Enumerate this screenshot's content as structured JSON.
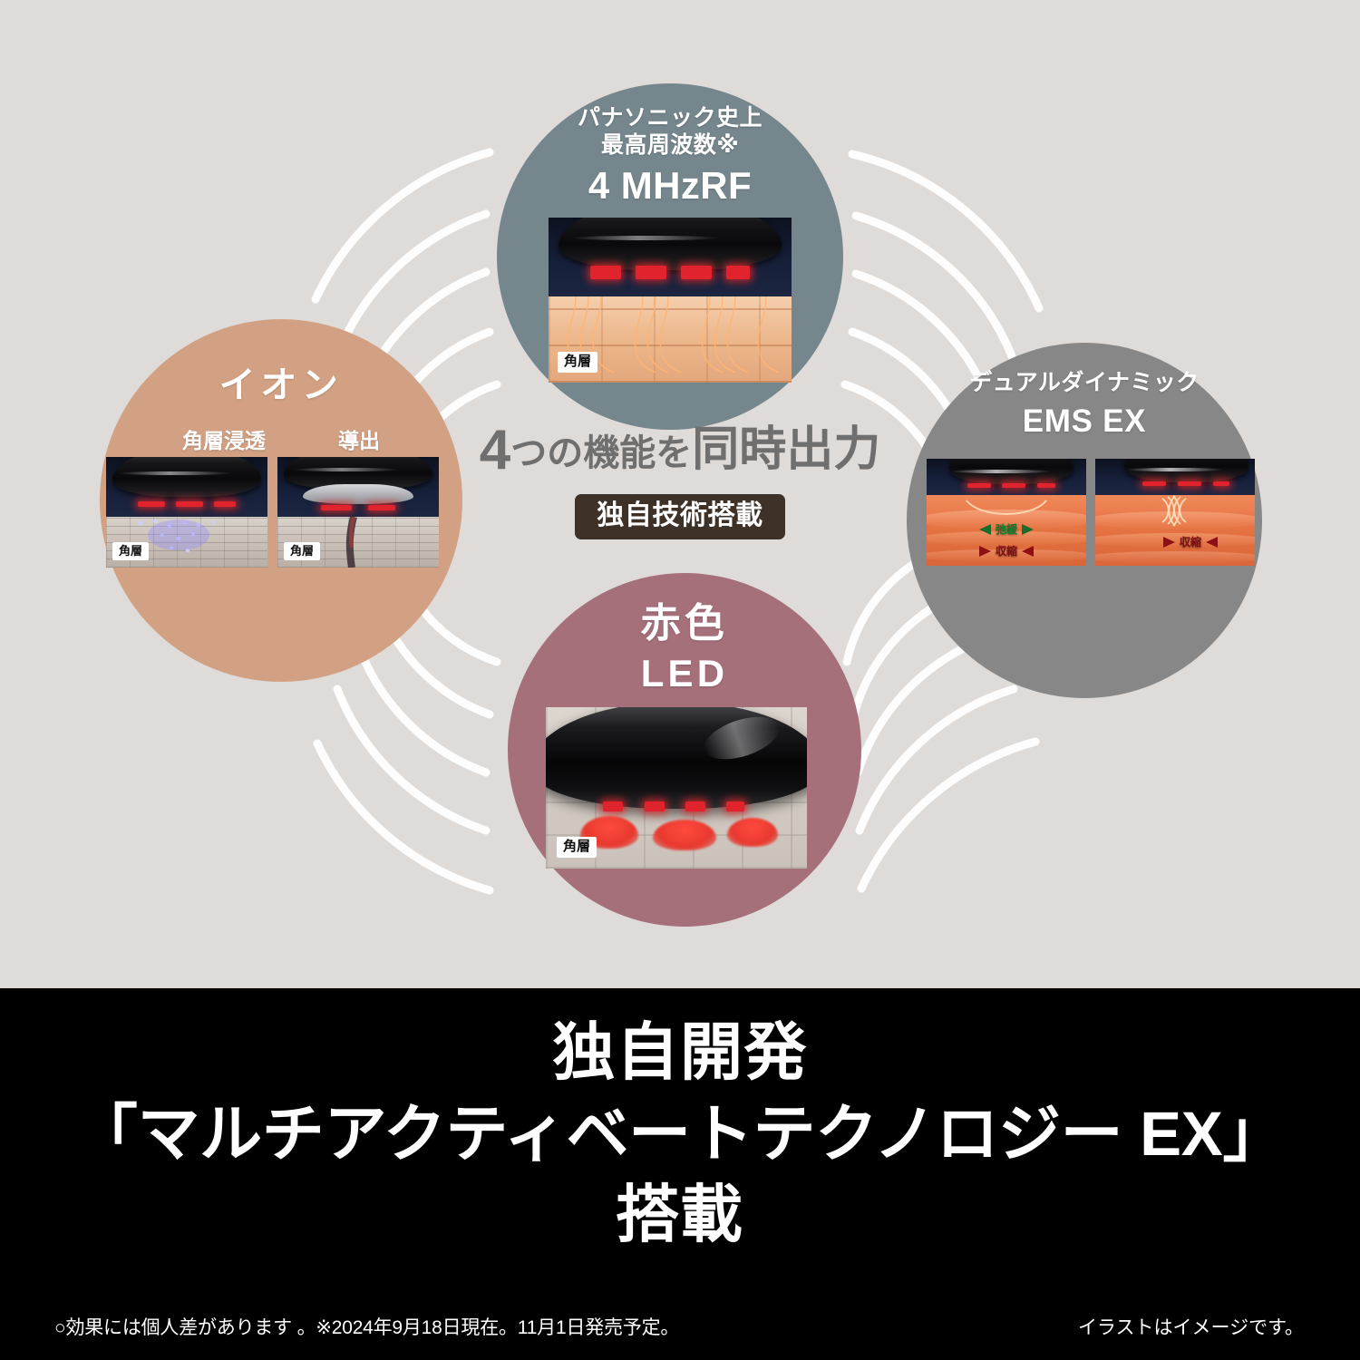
{
  "theme": {
    "background": "#dedbd8",
    "circle_rf": "#75868c",
    "circle_ion": "#d2a183",
    "circle_ems": "#878787",
    "circle_led": "#a5707a",
    "badge_bg": "#3d3128",
    "center_text": "#6f6f6f",
    "band_bg": "#000000"
  },
  "hero": {
    "circles": {
      "rf": {
        "title_line1": "パナソニック史上",
        "title_line2": "最高周波数※",
        "title_main": "4 MHzRF",
        "image_tag": "角層"
      },
      "ion": {
        "title_main": "イオン",
        "sub_labels": [
          "角層浸透",
          "導出"
        ],
        "image_tag_left": "角層",
        "image_tag_right": "角層"
      },
      "ems": {
        "title_line1": "デュアルダイナミック",
        "title_main": "EMS EX",
        "left_panel": {
          "label_relax": "弛緩",
          "label_contract": "収縮"
        },
        "right_panel": {
          "label_contract": "収縮"
        }
      },
      "led": {
        "title_line1": "赤色",
        "title_main": "LED",
        "image_tag": "角層"
      }
    },
    "center": {
      "number": "4",
      "text_small": "つの機能を",
      "text_big": "同時出力",
      "badge": "独自技術搭載"
    }
  },
  "footer": {
    "headline_line1": "独自開発",
    "headline_line2": "「マルチアクティベートテクノロジー EX」",
    "headline_line3": "搭載",
    "note_left": "○効果には個人差があります 。※2024年9月18日現在。11月1日発売予定。",
    "note_right": "イラストはイメージです。"
  }
}
